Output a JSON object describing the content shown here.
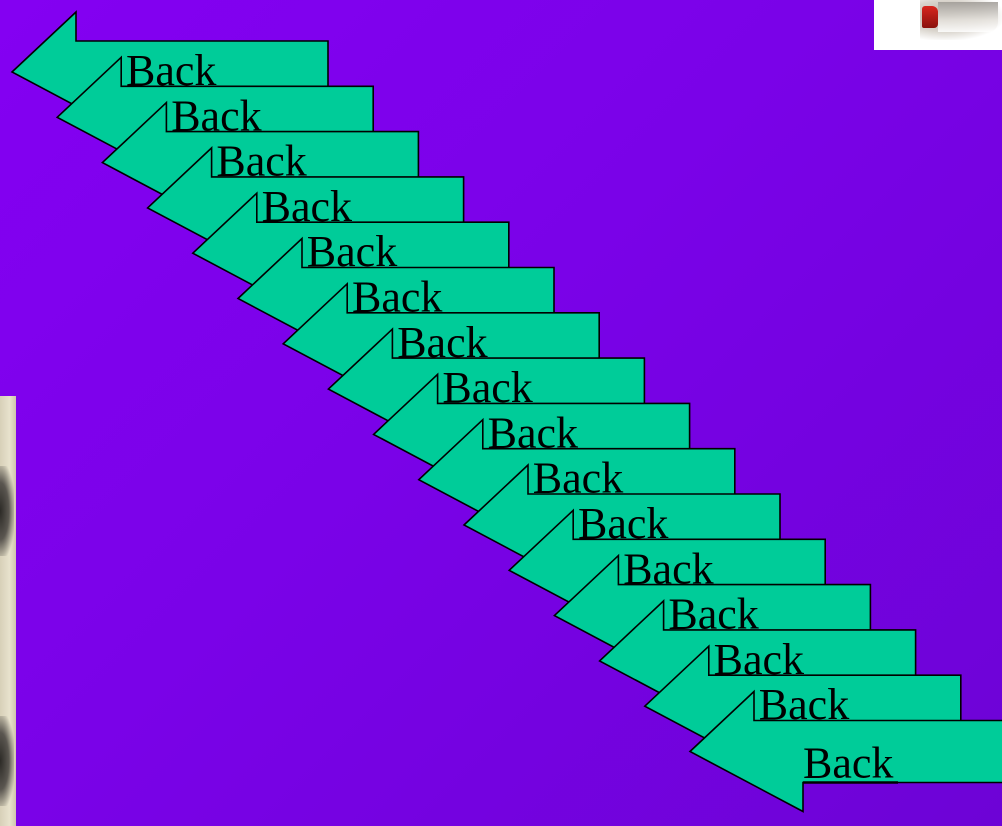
{
  "colors": {
    "background": "#7a02e8",
    "arrow_fill": "#00cc99",
    "arrow_outline": "#000000",
    "label_text": "#000000"
  },
  "arrows": [
    {
      "label": "Back"
    },
    {
      "label": "Back"
    },
    {
      "label": "Back"
    },
    {
      "label": "Back"
    },
    {
      "label": "Back"
    },
    {
      "label": "Back"
    },
    {
      "label": "Back"
    },
    {
      "label": "Back"
    },
    {
      "label": "Back"
    },
    {
      "label": "Back"
    },
    {
      "label": "Back"
    },
    {
      "label": "Back"
    },
    {
      "label": "Back"
    },
    {
      "label": "Back"
    },
    {
      "label": "Back"
    },
    {
      "label": "Back"
    }
  ]
}
